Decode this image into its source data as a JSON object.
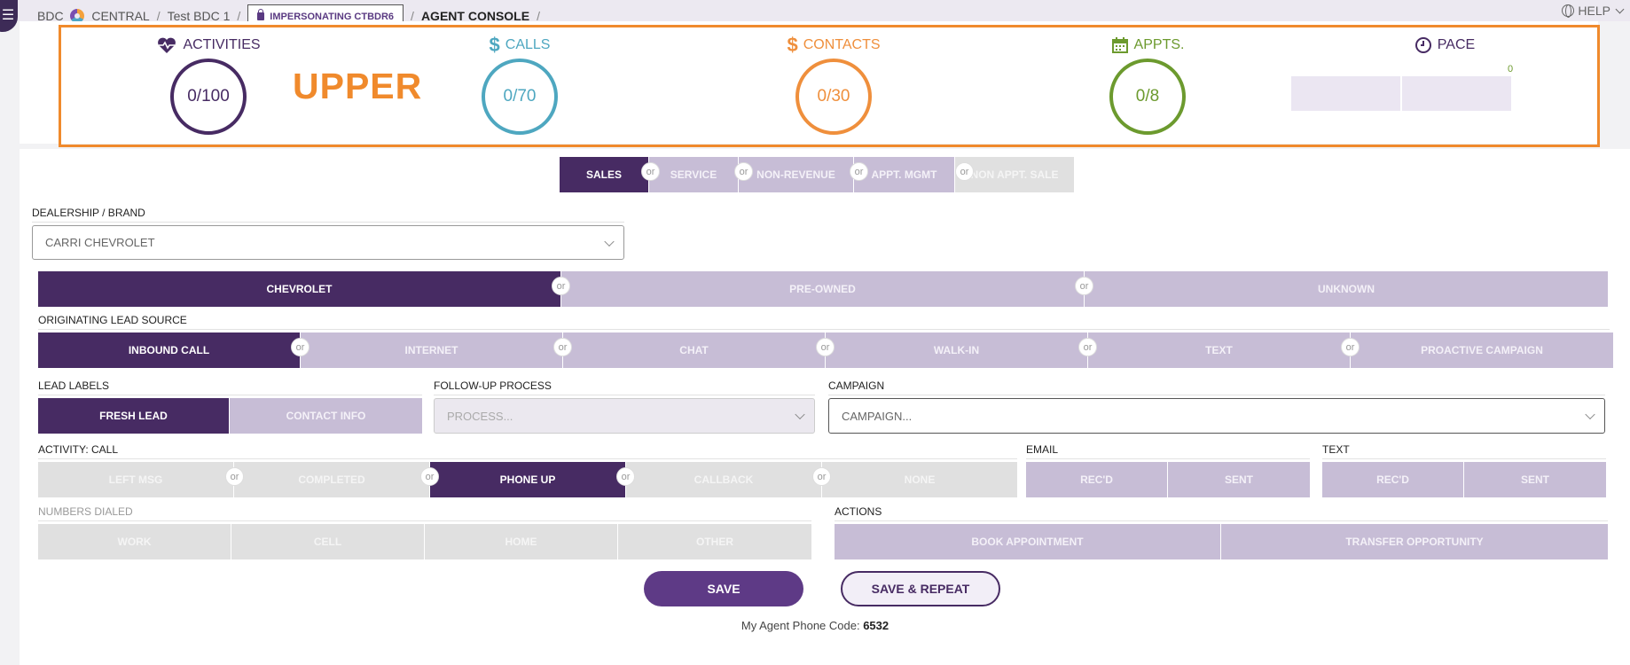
{
  "breadcrumb": {
    "brand": "BDC",
    "central": "CENTRAL",
    "account": "Test BDC 1",
    "impersonating": "IMPERSONATING CTBDR6",
    "page": "AGENT CONSOLE",
    "help": "HELP"
  },
  "stats": {
    "activities": {
      "title": "ACTIVITIES",
      "value": "0/100",
      "color": "#472b63"
    },
    "calls": {
      "title": "CALLS",
      "value": "0/70",
      "color": "#4ea7c0"
    },
    "contacts": {
      "title": "CONTACTS",
      "value": "0/30",
      "color": "#ef8f3c"
    },
    "appts": {
      "title": "APPTS.",
      "value": "0/8",
      "color": "#6c9a2e"
    },
    "pace": {
      "title": "PACE",
      "value": "0"
    }
  },
  "annotation": "UPPER",
  "departments": [
    "SALES",
    "SERVICE",
    "NON-REVENUE",
    "APPT. MGMT",
    "NON APPT. SALE"
  ],
  "or_label": "or",
  "dealership": {
    "label": "DEALERSHIP / BRAND",
    "value": "CARRI CHEVROLET"
  },
  "brands": [
    "CHEVROLET",
    "PRE-OWNED",
    "UNKNOWN"
  ],
  "lead_source": {
    "label": "ORIGINATING LEAD SOURCE",
    "options": [
      "INBOUND CALL",
      "INTERNET",
      "CHAT",
      "WALK-IN",
      "TEXT",
      "PROACTIVE CAMPAIGN"
    ]
  },
  "lead_labels": {
    "label": "LEAD LABELS",
    "options": [
      "FRESH LEAD",
      "CONTACT INFO"
    ]
  },
  "followup": {
    "label": "FOLLOW-UP PROCESS",
    "placeholder": "PROCESS..."
  },
  "campaign": {
    "label": "CAMPAIGN",
    "placeholder": "CAMPAIGN..."
  },
  "activity": {
    "label": "ACTIVITY: CALL",
    "options": [
      "LEFT MSG",
      "COMPLETED",
      "PHONE UP",
      "CALLBACK",
      "NONE"
    ]
  },
  "email": {
    "label": "EMAIL",
    "options": [
      "REC'D",
      "SENT"
    ]
  },
  "text": {
    "label": "TEXT",
    "options": [
      "REC'D",
      "SENT"
    ]
  },
  "numbers_dialed": {
    "label": "NUMBERS DIALED",
    "options": [
      "WORK",
      "CELL",
      "HOME",
      "OTHER"
    ]
  },
  "actions": {
    "label": "ACTIONS",
    "options": [
      "BOOK APPOINTMENT",
      "TRANSFER OPPORTUNITY"
    ]
  },
  "buttons": {
    "save": "SAVE",
    "save_repeat": "SAVE & REPEAT"
  },
  "phone_code": {
    "label": "My Agent Phone Code:",
    "value": "6532"
  }
}
